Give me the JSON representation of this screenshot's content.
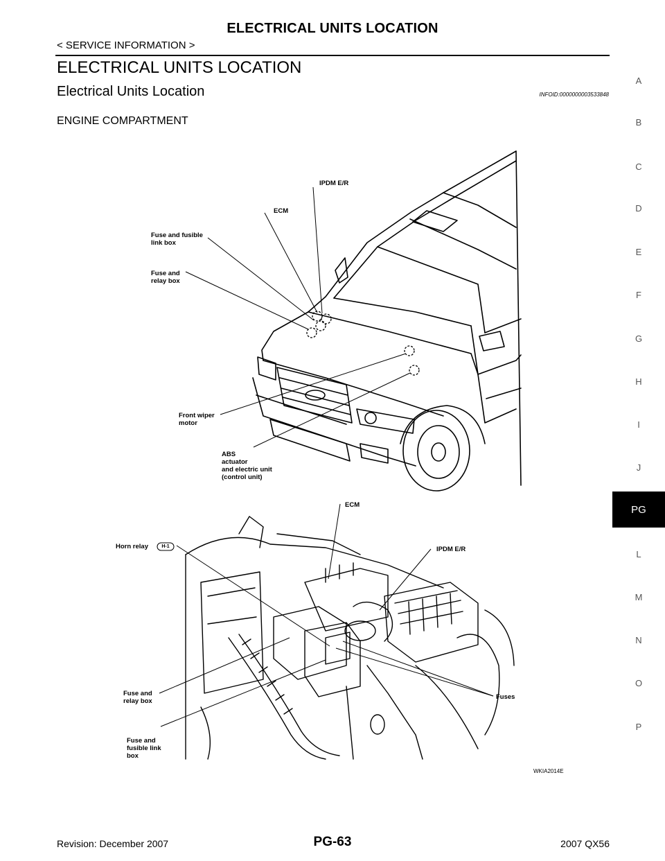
{
  "header": {
    "title": "ELECTRICAL UNITS LOCATION",
    "subtitle": "< SERVICE INFORMATION >"
  },
  "section": {
    "title": "ELECTRICAL UNITS LOCATION",
    "subsection_title": "Electrical Units Location",
    "info_id": "INFOID:0000000003533848",
    "heading": "ENGINE COMPARTMENT"
  },
  "side_index": {
    "letters": [
      "A",
      "B",
      "C",
      "D",
      "E",
      "F",
      "G",
      "H",
      "I",
      "J",
      "L",
      "M",
      "N",
      "O",
      "P"
    ],
    "active": "PG"
  },
  "figure": {
    "code": "WKIA2014E",
    "upper_labels": {
      "ipdm": "IPDM E/R",
      "ecm": "ECM",
      "fuse_fusible": "Fuse and fusible\nlink box",
      "fuse_relay": "Fuse and\nrelay box",
      "wiper": "Front wiper\nmotor",
      "abs": "ABS\nactuator\nand electric unit\n(control unit)"
    },
    "lower_labels": {
      "horn": "Horn relay",
      "horn_badge": "H-1",
      "ecm": "ECM",
      "ipdm": "IPDM E/R",
      "fuse_relay": "Fuse and\nrelay box",
      "fuse_fusible": "Fuse and\nfusible link\nbox",
      "fuses": "Fuses"
    }
  },
  "footer": {
    "revision": "Revision: December 2007",
    "page": "PG-63",
    "model": "2007 QX56"
  }
}
